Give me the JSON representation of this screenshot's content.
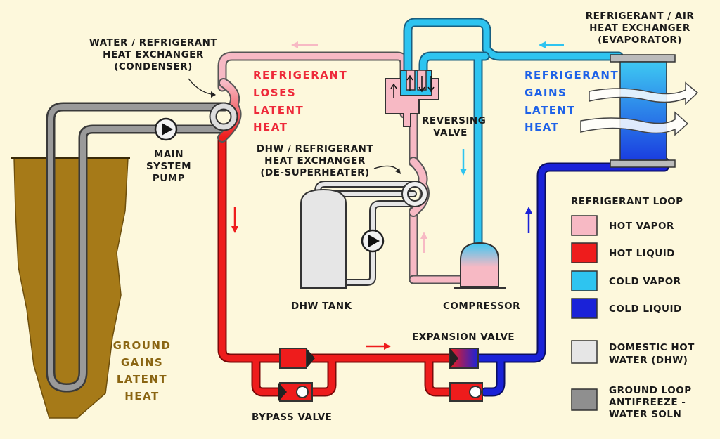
{
  "labels": {
    "condenser": [
      "WATER / REFRIGERANT",
      "HEAT EXCHANGER",
      "(CONDENSER)"
    ],
    "pump": [
      "MAIN",
      "SYSTEM",
      "PUMP"
    ],
    "desuperheater": [
      "DHW / REFRIGERANT",
      "HEAT EXCHANGER",
      "(DE-SUPERHEATER)"
    ],
    "evaporator": [
      "REFRIGERANT / AIR",
      "HEAT EXCHANGER",
      "(EVAPORATOR)"
    ],
    "reversing_valve": [
      "REVERSING",
      "VALVE"
    ],
    "dhw_tank": "DHW TANK",
    "compressor": "COMPRESSOR",
    "expansion_valve": "EXPANSION VALVE",
    "bypass_valve": "BYPASS VALVE",
    "loses_heat": [
      "REFRIGERANT",
      "LOSES",
      "LATENT",
      "HEAT"
    ],
    "gains_heat": [
      "REFRIGERANT",
      "GAINS",
      "LATENT",
      "HEAT"
    ],
    "ground_gains": [
      "GROUND",
      "GAINS",
      "LATENT",
      "HEAT"
    ]
  },
  "legend": {
    "title": "REFRIGERANT LOOP",
    "items": [
      {
        "label": [
          "HOT VAPOR"
        ],
        "color": "#f7b9c4"
      },
      {
        "label": [
          "HOT LIQUID"
        ],
        "color": "#ee1c1c"
      },
      {
        "label": [
          "COLD VAPOR"
        ],
        "color": "#2ec4f0"
      },
      {
        "label": [
          "COLD LIQUID"
        ],
        "color": "#1a22d8"
      },
      {
        "label": [
          "DOMESTIC HOT",
          "WATER (DHW)"
        ],
        "color": "#e6e6e6"
      },
      {
        "label": [
          "GROUND LOOP",
          "ANTIFREEZE -",
          "WATER SOLN"
        ],
        "color": "#8f8f8f"
      }
    ]
  },
  "colors": {
    "hot_vapor": "#f7b9c4",
    "hot_liquid": "#ee1c1c",
    "cold_vapor": "#2ec4f0",
    "cold_liquid": "#1a22d8",
    "dhw": "#e6e6e6",
    "ground_loop": "#8f8f8f",
    "ground": "#a67a18",
    "loses_text": "#ee2a3a",
    "gains_text": "#1e62e8",
    "ground_text": "#8a6512"
  }
}
